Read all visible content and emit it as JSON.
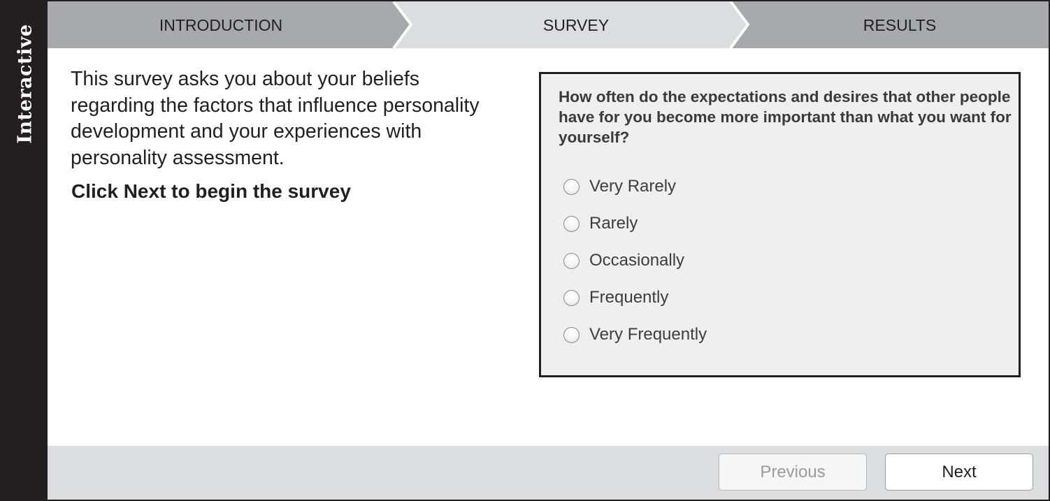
{
  "side_label": "Interactive",
  "nav": {
    "steps": [
      {
        "label": "INTRODUCTION",
        "state": "inactive"
      },
      {
        "label": "SURVEY",
        "state": "active"
      },
      {
        "label": "RESULTS",
        "state": "inactive"
      }
    ]
  },
  "intro": {
    "description": "This survey asks you about your beliefs regarding the factors that influence personality development and your experiences with personality assessment.",
    "cta": "Click Next to begin the survey"
  },
  "survey": {
    "question": "How often do the expectations and desires that other people have for you become more important than what you want for yourself?",
    "options": [
      "Very Rarely",
      "Rarely",
      "Occasionally",
      "Frequently",
      "Very Frequently"
    ],
    "selected": null
  },
  "footer": {
    "previous_label": "Previous",
    "previous_enabled": false,
    "next_label": "Next",
    "next_enabled": true
  },
  "colors": {
    "frame": "#231f20",
    "nav_inactive": "#a7a9ac",
    "nav_active": "#dcdddf",
    "card_background": "#efefef",
    "footer_background": "#dcdddf"
  }
}
